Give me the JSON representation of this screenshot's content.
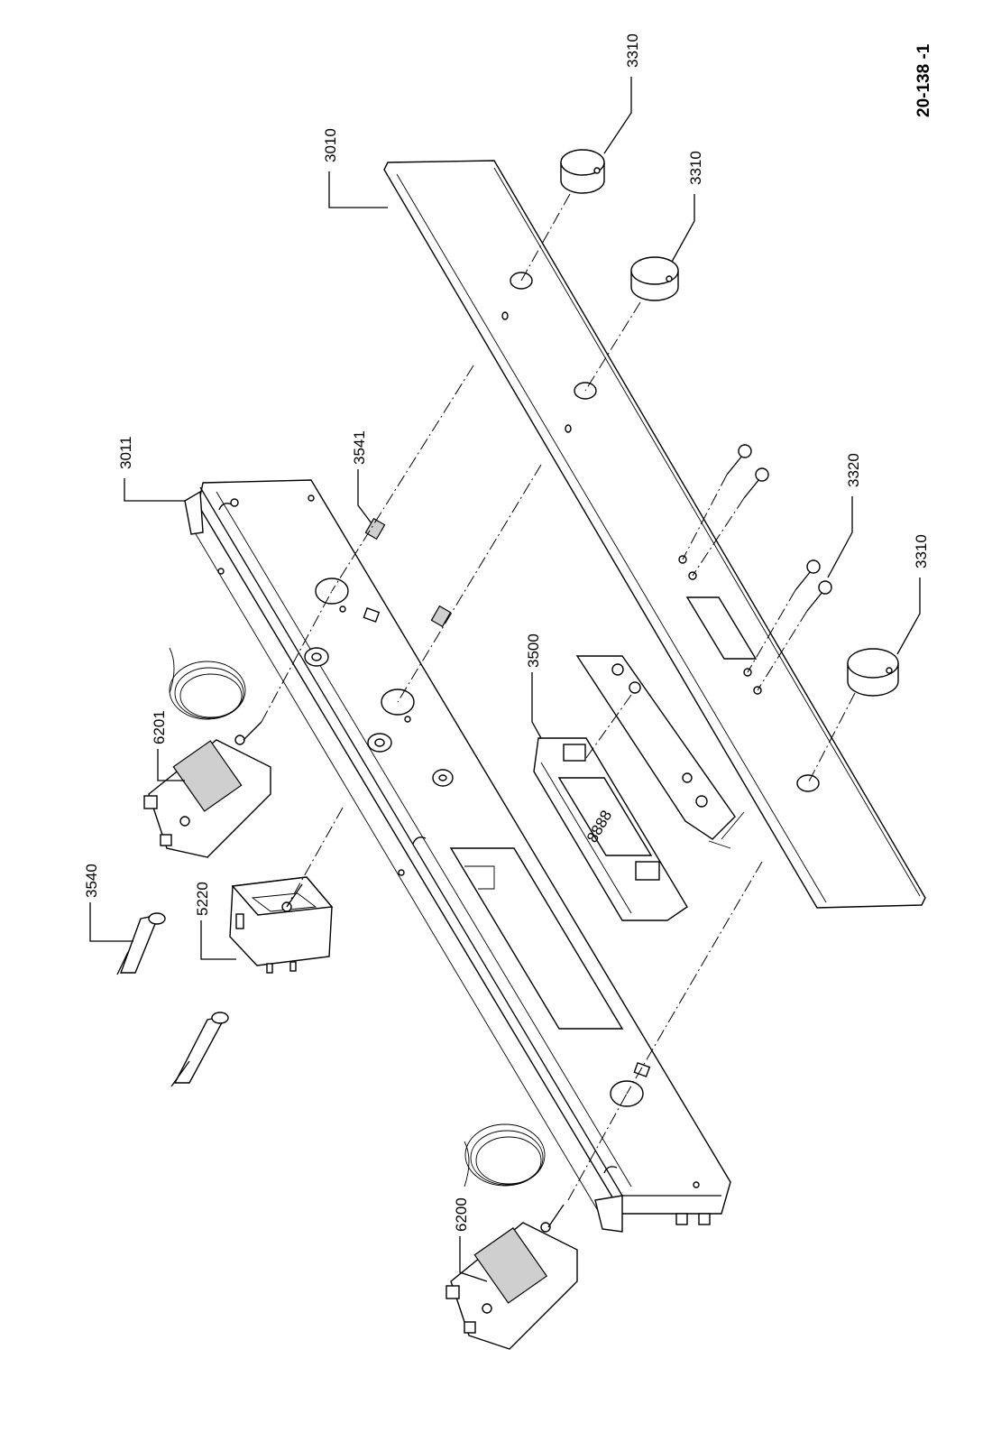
{
  "drawing_number": "20-138 -1",
  "part_labels": {
    "p3010": "3010",
    "p3011": "3011",
    "p3310_a": "3310",
    "p3310_b": "3310",
    "p3310_c": "3310",
    "p3320": "3320",
    "p3500": "3500",
    "p3540": "3540",
    "p3541": "3541",
    "p5220": "5220",
    "p6200": "6200",
    "p6201": "6201"
  }
}
